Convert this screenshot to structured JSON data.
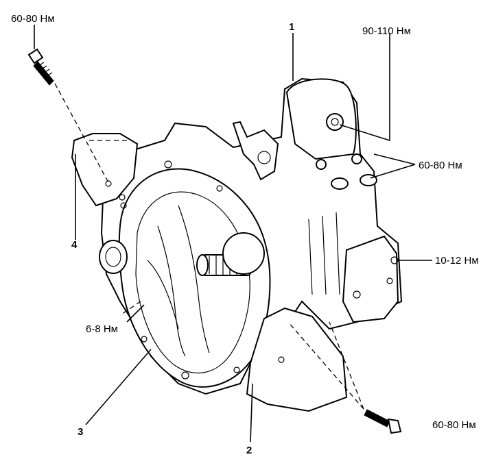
{
  "callouts": {
    "torque_bolt_top_left": "60-80 Нм",
    "torque_mount_top": "90-110 Нм",
    "torque_mount_bolts": "60-80 Нм",
    "torque_rear_cover": "10-12 Нм",
    "torque_bellhousing": "6-8 Нм",
    "torque_bolt_bottom_right": "60-80 Нм"
  },
  "parts": {
    "p1": "1",
    "p2": "2",
    "p3": "3",
    "p4": "4"
  }
}
